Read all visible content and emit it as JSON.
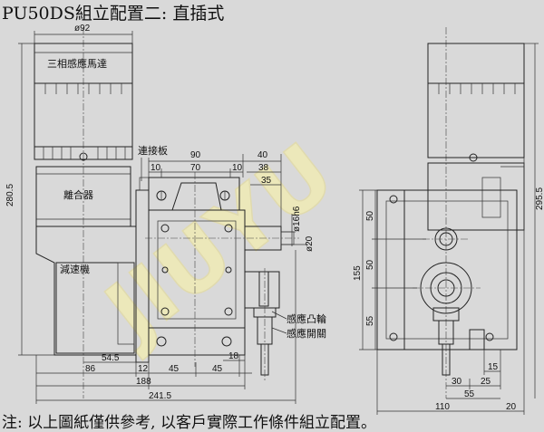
{
  "title": "PU50DS組立配置二: 直插式",
  "note": "注: 以上圖紙僅供參考, 以客戶實際工作條件組立配置。",
  "watermark": "JIUYU",
  "labels": {
    "motor": "三相感應馬達",
    "clutch": "離合器",
    "reducer": "減速機",
    "connector": "連接板",
    "cam1": "感應凸輪",
    "cam2": "感應開關"
  },
  "dims": {
    "d92": "ø92",
    "h2805": "280.5",
    "d90": "90",
    "d40": "40",
    "d10a": "10",
    "d70": "70",
    "d10b": "10",
    "d38": "38",
    "d35": "35",
    "shaft16": "ø16h6",
    "shaft20": "ø20",
    "d545": "54.5",
    "d86": "86",
    "d12": "12",
    "d45a": "45",
    "d45b": "45",
    "d18": "18",
    "d188": "188",
    "d2415": "241.5",
    "r50a": "50",
    "r155": "155",
    "r55a": "55",
    "r50b": "50",
    "h2955": "295.5",
    "d15": "15",
    "d30": "30",
    "d25": "25",
    "d55": "55",
    "d110": "110",
    "d20": "20"
  }
}
